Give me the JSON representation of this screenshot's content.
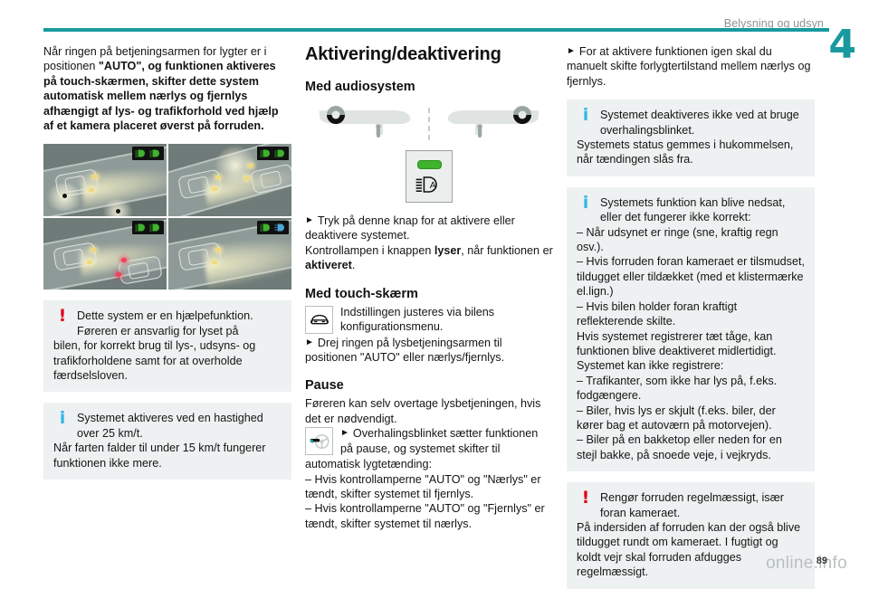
{
  "header": {
    "section_title": "Belysning og udsyn",
    "chapter_number": "4",
    "rule_color": "#189a9e"
  },
  "column1": {
    "intro_plain": "Når ringen på betjeningsarmen for lygter er i positionen ",
    "intro_bold_quote": "\"AUTO\",",
    "intro_bold": " og funktionen aktiveres på touch-skærmen, skifter dette system automatisk mellem nærlys og fjernlys afhængigt af lys- og trafikforhold ved hjælp af et kamera placeret øverst på forruden.",
    "figure": {
      "name": "night-driving-4-panel-illustration",
      "panels": [
        {
          "id": "panel-1",
          "badge": [
            "green-lowbeam",
            "green-lowbeam"
          ]
        },
        {
          "id": "panel-2",
          "badge": [
            "green-lowbeam",
            "green-lowbeam"
          ]
        },
        {
          "id": "panel-3",
          "badge": [
            "green-lowbeam",
            "green-lowbeam"
          ]
        },
        {
          "id": "panel-4",
          "badge": [
            "green-lowbeam",
            "blue-highbeam"
          ]
        }
      ]
    },
    "warning_note": {
      "icon": "warning-icon",
      "icon_glyph": "!",
      "icon_color": "#e2001a",
      "line1": "Dette system er en hjælpefunktion.",
      "line2": "Føreren er ansvarlig for lyset på",
      "rest": "bilen, for korrekt brug til lys-, udsyns- og trafikforholdene samt for at overholde færdselsloven."
    },
    "info_note": {
      "icon": "info-icon",
      "icon_glyph": "i",
      "icon_color": "#35b7e8",
      "line1": "Systemet aktiveres ved en hastighed",
      "line2": "over 25 km/t.",
      "rest": "Når farten falder til under 15 km/t fungerer funktionen ikke mere."
    }
  },
  "column2": {
    "heading": "Aktivering/deaktivering",
    "sub_audio": "Med audiosystem",
    "dashboards": {
      "left": "left-hand-drive-dashboard",
      "right": "right-hand-drive-dashboard"
    },
    "button": {
      "name": "auto-high-beam-button",
      "led_color": "#3fb32b",
      "symbol": "auto-headlamp-symbol"
    },
    "audio_step": "Tryk på denne knap for at aktivere eller deaktivere systemet.",
    "audio_text_a": "Kontrollampen i knappen ",
    "audio_text_bold1": "lyser",
    "audio_text_b": ", når funktionen er ",
    "audio_text_bold2": "aktiveret",
    "audio_text_c": ".",
    "sub_touch": "Med touch-skærm",
    "touch_icon": "car-front-icon",
    "touch_text": "Indstillingen justeres via bilens konfigurationsmenu.",
    "touch_step": "Drej ringen på lysbetjeningsarmen til positionen \"AUTO\" eller nærlys/fjernlys.",
    "sub_pause": "Pause",
    "pause_text": "Føreren kan selv overtage lysbetjeningen, hvis det er nødvendigt.",
    "pause_icon": "steering-wheel-stalk-icon",
    "pause_step": "Overhalingsblinket sætter funktionen på pause, og systemet skifter til",
    "pause_cont": "automatisk lygtetænding:",
    "pause_bullets": [
      "– Hvis kontrollamperne \"AUTO\" og \"Nærlys\" er tændt, skifter systemet til fjernlys.",
      "– Hvis kontrollamperne \"AUTO\" og \"Fjernlys\" er tændt, skifter systemet til nærlys."
    ]
  },
  "column3": {
    "reactivate_step": "For at aktivere funktionen igen skal du manuelt skifte forlygtertilstand mellem nærlys og fjernlys.",
    "info_note_1": {
      "icon": "info-icon",
      "icon_glyph": "i",
      "icon_color": "#35b7e8",
      "line1": "Systemet deaktiveres ikke ved at bruge",
      "line2": "overhalingsblinket.",
      "rest": "Systemets status gemmes i hukommelsen, når tændingen slås fra."
    },
    "info_note_2": {
      "icon": "info-icon",
      "icon_glyph": "i",
      "icon_color": "#35b7e8",
      "line1": "Systemets funktion kan blive nedsat,",
      "line2": "eller det fungerer ikke korrekt:",
      "bullets": [
        "– Når udsynet er ringe (sne, kraftig regn osv.).",
        "– Hvis forruden foran kameraet er tilsmudset, tildugget eller tildækket (med et klistermærke el.lign.)",
        "– Hvis bilen holder foran kraftigt reflekterende skilte."
      ],
      "para1": "Hvis systemet registrerer tæt tåge, kan funktionen blive deaktiveret midlertidigt.",
      "para2": "Systemet kan ikke registrere:",
      "bullets2": [
        "– Trafikanter, som ikke har lys på, f.eks. fodgængere.",
        "– Biler, hvis lys er skjult (f.eks. biler, der kører bag et autoværn på motorvejen).",
        "– Biler på en bakketop eller neden for en stejl bakke, på snoede veje, i vejkryds."
      ]
    },
    "warning_note": {
      "icon": "warning-icon",
      "icon_glyph": "!",
      "icon_color": "#e2001a",
      "line1": "Rengør forruden regelmæssigt, især",
      "line2": "foran kameraet.",
      "rest": "På indersiden af forruden kan der også blive tildugget rundt om kameraet. I fugtigt og koldt vejr skal forruden afdugges regelmæssigt."
    }
  },
  "footer": {
    "watermark": "online.info",
    "page_number": "89"
  }
}
